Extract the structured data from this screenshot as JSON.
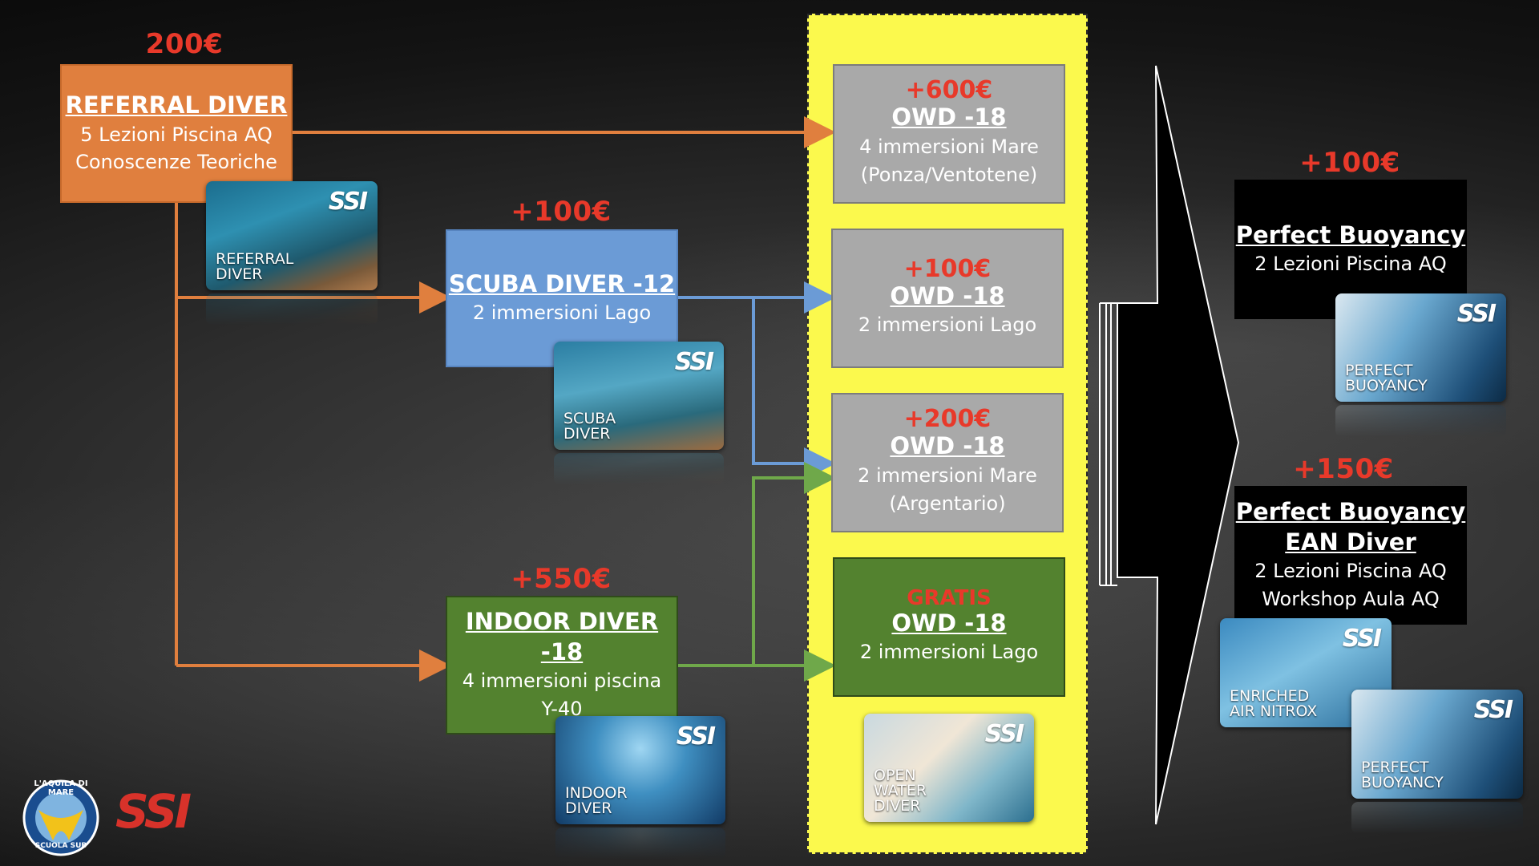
{
  "prices": {
    "referral": "200€",
    "scuba": "+100€",
    "indoor": "+550€",
    "pb": "+100€",
    "pb_ean": "+150€"
  },
  "referral": {
    "title": "REFERRAL DIVER",
    "line1": "5 Lezioni Piscina AQ",
    "line2": "Conoscenze Teoriche"
  },
  "scuba": {
    "title": "SCUBA DIVER -12",
    "line1": "2 immersioni Lago"
  },
  "indoor": {
    "title": "INDOOR DIVER -18",
    "line1": "4 immersioni piscina",
    "line2": "Y-40"
  },
  "owd": [
    {
      "price": "+600€",
      "title": "OWD -18",
      "line1": "4 immersioni Mare",
      "line2": "(Ponza/Ventotene)"
    },
    {
      "price": "+100€",
      "title": "OWD -18",
      "line1": "2 immersioni Lago",
      "line2": ""
    },
    {
      "price": "+200€",
      "title": "OWD -18",
      "line1": "2 immersioni Mare",
      "line2": "(Argentario)"
    },
    {
      "price": "GRATIS",
      "title": "OWD -18",
      "line1": "2 immersioni Lago",
      "line2": ""
    }
  ],
  "pb": {
    "title": "Perfect Buoyancy",
    "line1": "2 Lezioni Piscina AQ"
  },
  "pb_ean": {
    "title1": "Perfect Buoyancy",
    "title2": "EAN Diver",
    "line1": "2 Lezioni Piscina AQ",
    "line2": "Workshop Aula AQ"
  },
  "cards": {
    "referral": {
      "line1": "REFERRAL",
      "line2": "DIVER",
      "brand": "SSI"
    },
    "scuba": {
      "line1": "SCUBA",
      "line2": "DIVER",
      "brand": "SSI"
    },
    "indoor": {
      "line1": "INDOOR",
      "line2": "DIVER",
      "brand": "SSI"
    },
    "openwater": {
      "line1": "OPEN",
      "line2": "WATER",
      "line3": "DIVER",
      "brand": "SSI"
    },
    "pb": {
      "line1": "PERFECT",
      "line2": "BUOYANCY",
      "brand": "SSI"
    },
    "nitrox": {
      "line1": "ENRICHED",
      "line2": "AIR NITROX",
      "brand": "SSI"
    },
    "pb2": {
      "line1": "PERFECT",
      "line2": "BUOYANCY",
      "brand": "SSI"
    }
  },
  "logos": {
    "school_top": "L'AQUILA DI MARE",
    "school_bottom": "SCUOLA SUB",
    "brand": "SSI"
  },
  "colors": {
    "price_red": "#e8392a",
    "orange": "#e07f3e",
    "blue": "#6b9bd6",
    "green": "#53822f",
    "grey": "#a9a9a9",
    "yellow": "#fbf94d"
  }
}
